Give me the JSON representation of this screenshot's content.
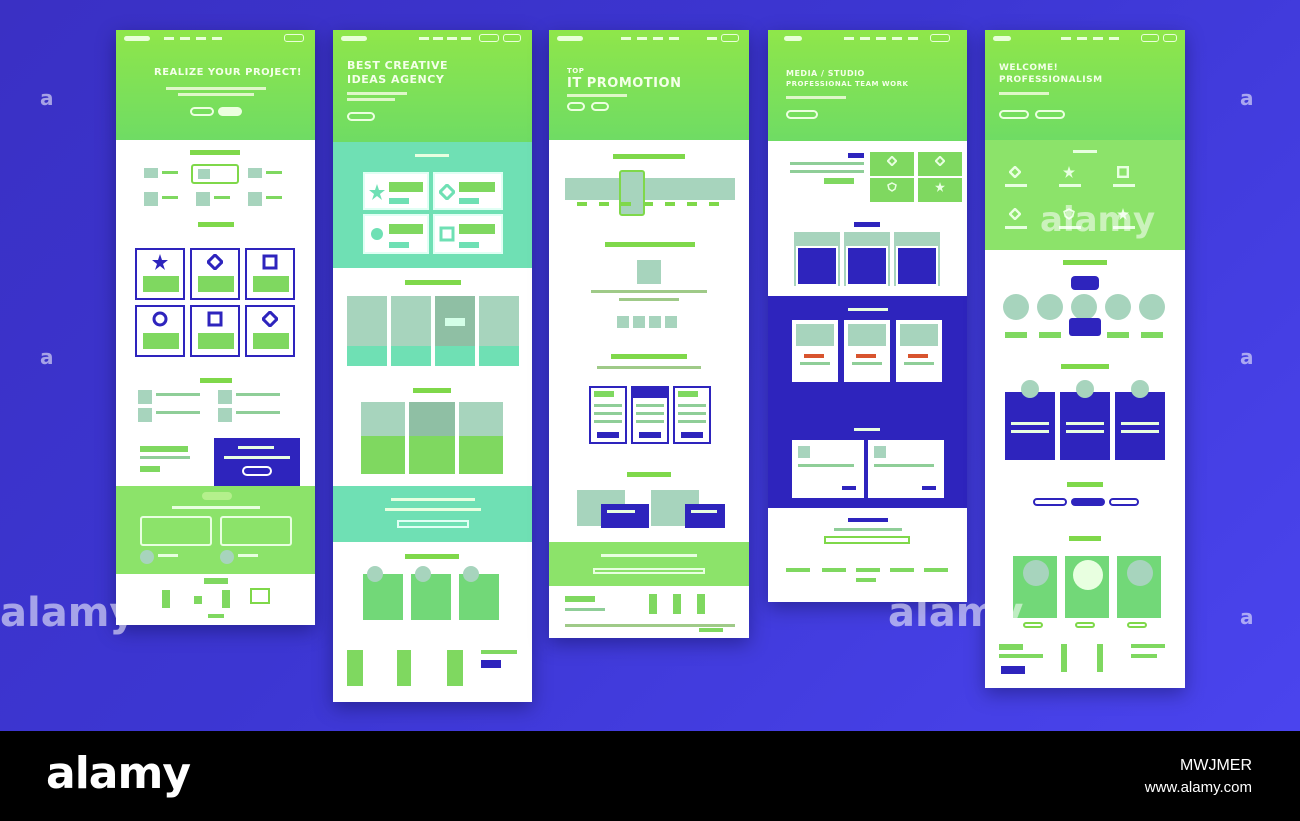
{
  "pages": [
    {
      "hero_title": "REALIZE YOUR PROJECT!"
    },
    {
      "hero_title_line1": "BEST CREATIVE",
      "hero_title_line2": "IDEAS AGENCY"
    },
    {
      "hero_title_line1": "TOP",
      "hero_title_line2": "IT PROMOTION"
    },
    {
      "hero_title_line1": "MEDIA / STUDIO",
      "hero_title_line2": "PROFESSIONAL TEAM WORK"
    },
    {
      "hero_title_line1": "WELCOME!",
      "hero_title_line2": "PROFESSIONALISM"
    }
  ],
  "watermark": {
    "text": "alamy",
    "side_mark": "a"
  },
  "footer": {
    "logo": "alamy",
    "image_id": "MWJMER",
    "url": "www.alamy.com"
  },
  "colors": {
    "background": "#3c36d2",
    "accent_green": "#7fd84a",
    "accent_navy": "#2e24bd",
    "teal": "#6fe0b4"
  }
}
